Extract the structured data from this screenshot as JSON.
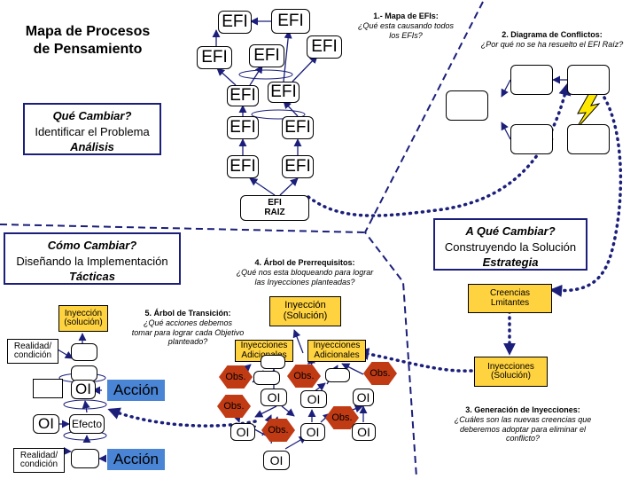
{
  "title": {
    "line1": "Mapa de Procesos",
    "line2": "de Pensamiento"
  },
  "frames": {
    "what": {
      "q": "Qué Cambiar?",
      "sub": "Identificar el Problema",
      "kw": "Análisis"
    },
    "how": {
      "q": "Cómo Cambiar?",
      "sub": "Diseñando la Implementación",
      "kw": "Tácticas"
    },
    "to": {
      "q": "A Qué Cambiar?",
      "sub": "Construyendo la Solución",
      "kw": "Estrategia"
    }
  },
  "steps": {
    "s1": {
      "head": "1.- Mapa de EFIs:",
      "q1": "¿Qué esta causando todos",
      "q2": "los EFIs?"
    },
    "s2": {
      "head": "2.  Diagrama de Conflictos:",
      "q1": "¿Por qué no se ha resuelto el EFI Raíz?"
    },
    "s3": {
      "head": "3.  Generación de Inyecciones:",
      "q1": "¿Cuáles son las nuevas creencias que",
      "q2": "deberemos adoptar para eliminar el",
      "q3": "conflicto?"
    },
    "s4": {
      "head": "4.  Árbol de Prerrequisitos:",
      "q1": "¿Qué nos esta bloqueando para lograr",
      "q2": "las Inyecciones planteadas?"
    },
    "s5": {
      "head": "5.  Árbol de Transición:",
      "q1": "¿Qué acciones debemos",
      "q2": "tomar para lograr cada Objetivo",
      "q3": "planteado?"
    }
  },
  "efi": {
    "label": "EFI",
    "root1": "EFI",
    "root2": "RAIZ"
  },
  "boxes": {
    "creencias1": "Creencias",
    "creencias2": "Lmitantes",
    "iny1": "Inyecciones",
    "iny2": "(Solución)",
    "pre_top1": "Inyección",
    "pre_top2": "(Solución)",
    "adic1": "Inyecciones",
    "adic2": "Adicionales",
    "obs": "Obs.",
    "oi": "OI",
    "tr_top1": "Inyección",
    "tr_top2": "(solución)",
    "realidad1": "Realidad/",
    "realidad2": "condición",
    "efecto": "Efecto",
    "accion": "Acción"
  },
  "colors": {
    "yellow": "#ffd23f",
    "hex": "#c03a14",
    "navy": "#1b1f7a",
    "action": "#4a84d4"
  }
}
